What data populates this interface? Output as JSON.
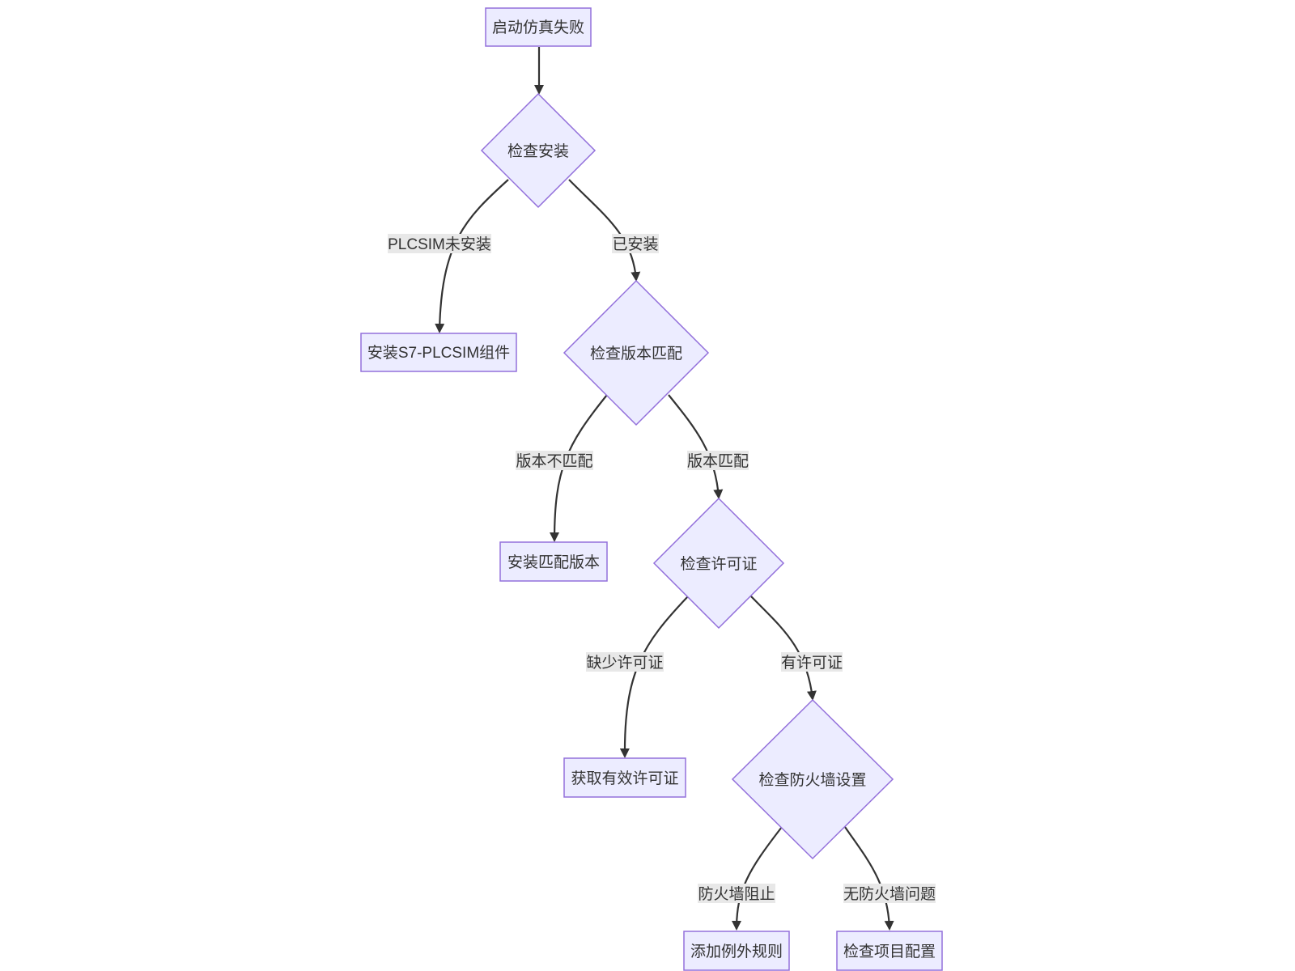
{
  "nodes": {
    "start": "启动仿真失败",
    "check_install": "检查安装",
    "install_component": "安装S7-PLCSIM组件",
    "check_version": "检查版本匹配",
    "install_matching": "安装匹配版本",
    "check_license": "检查许可证",
    "get_license": "获取有效许可证",
    "check_firewall": "检查防火墙设置",
    "add_exception": "添加例外规则",
    "check_project": "检查项目配置"
  },
  "edges": {
    "not_installed": "PLCSIM未安装",
    "installed": "已安装",
    "version_mismatch": "版本不匹配",
    "version_match": "版本匹配",
    "no_license": "缺少许可证",
    "has_license": "有许可证",
    "firewall_blocked": "防火墙阻止",
    "no_firewall_issue": "无防火墙问题"
  },
  "colors": {
    "node_fill": "#ececff",
    "node_stroke": "#9370db",
    "edge": "#333333",
    "edge_label_bg": "#e8e8e8"
  }
}
